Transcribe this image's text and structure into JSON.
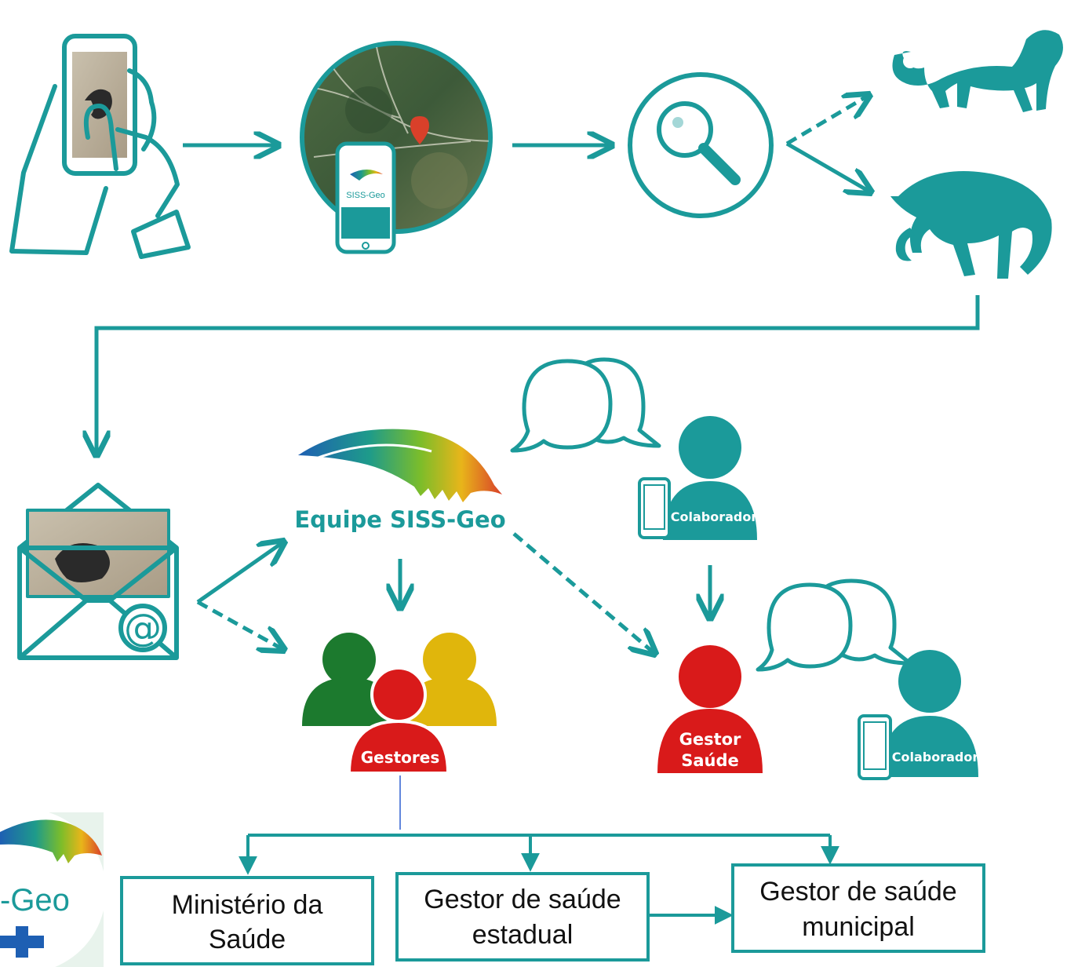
{
  "colors": {
    "teal": "#1b9a9a",
    "green": "#1c7a2e",
    "red": "#d91a1a",
    "yellow": "#e0b60c",
    "blue_line": "#2f5fd0",
    "white": "#ffffff"
  },
  "icons": {
    "phone_hand": "phone-in-hand-icon",
    "map": "satellite-map-icon",
    "search": "magnifier-icon",
    "monkey_standing": "monkey-standing-icon",
    "monkey_dead": "monkey-dead-icon",
    "email": "email-envelope-icon",
    "chat": "chat-bubbles-icon",
    "person": "person-icon"
  },
  "app_logo": {
    "label": "SISS-Geo"
  },
  "team": {
    "label": "Equipe SISS-Geo"
  },
  "gestores": {
    "label": "Gestores"
  },
  "gestor_saude": {
    "line1": "Gestor",
    "line2": "Saúde"
  },
  "colaborador_top": {
    "label": "Colaborador"
  },
  "colaborador_bottom": {
    "label": "Colaborador"
  },
  "corner_logo": {
    "text": "-Geo"
  },
  "boxes": {
    "ministerio": {
      "line1": "Ministério da",
      "line2": "Saúde"
    },
    "estadual": {
      "line1": "Gestor de saúde",
      "line2": "estadual"
    },
    "municipal": {
      "line1": "Gestor de saúde",
      "line2": "municipal"
    }
  }
}
